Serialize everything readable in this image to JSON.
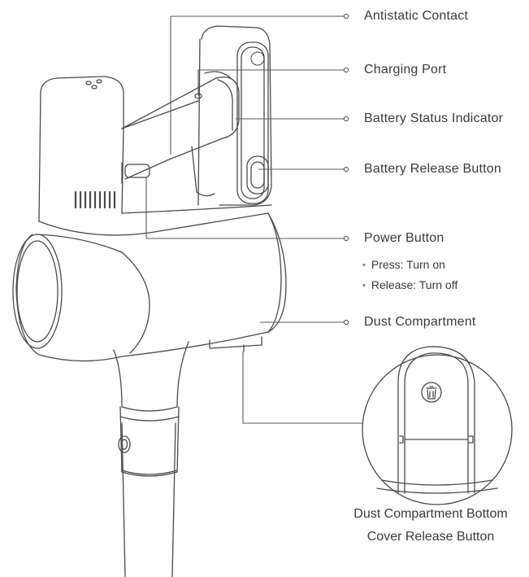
{
  "colors": {
    "line": "#4a4a4a",
    "leader": "#5a5a5a",
    "background": "#ffffff"
  },
  "labels": {
    "antistatic_contact": "Antistatic Contact",
    "charging_port": "Charging Port",
    "battery_status_indicator": "Battery Status Indicator",
    "battery_release_button": "Battery Release Button",
    "power_button": "Power Button",
    "power_press": "Press: Turn on",
    "power_release": "Release: Turn off",
    "dust_compartment": "Dust Compartment",
    "cover_release_line1": "Dust Compartment Bottom",
    "cover_release_line2": "Cover Release Button"
  },
  "icons": {
    "bin_icon": "trash-icon"
  }
}
